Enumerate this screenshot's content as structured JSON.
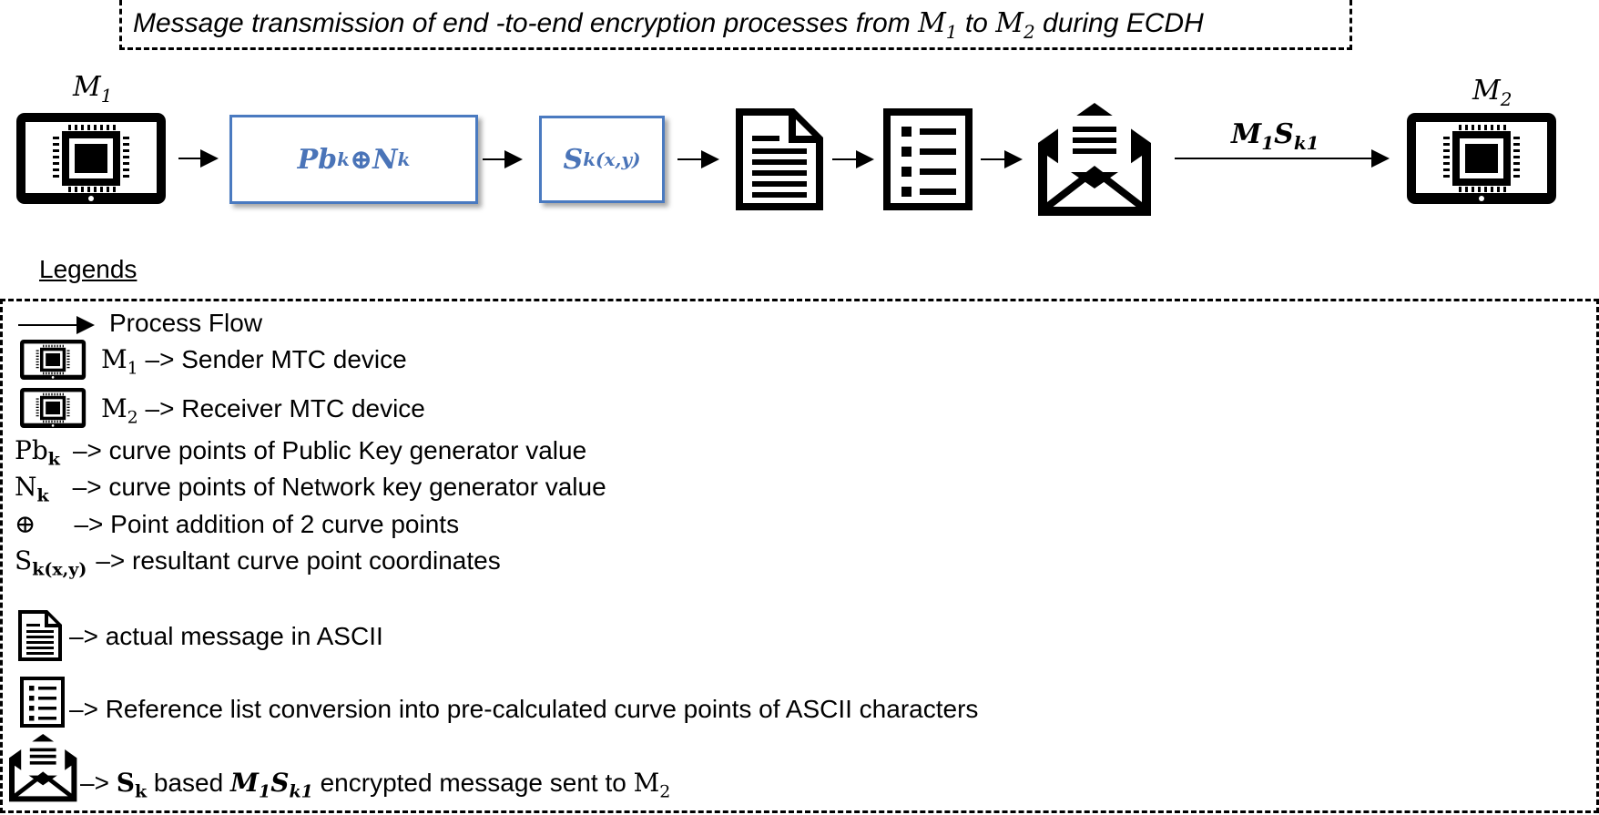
{
  "header": {
    "title_part1": "Message transmission of end -to-end encryption processes from ",
    "m1": "M",
    "m1_sub": "1",
    "to": " to ",
    "m2": "M",
    "m2_sub": "2",
    "title_part2": " during ECDH"
  },
  "flow": {
    "sender_label": "M",
    "sender_sub": "1",
    "receiver_label": "M",
    "receiver_sub": "2",
    "box1_pb": "Pb",
    "box1_pb_sub": "k",
    "box1_op": "⊕",
    "box1_n": "N",
    "box1_n_sub": "k",
    "box2_s": "S",
    "box2_sub": "k(x,y)",
    "edge_m": "M",
    "edge_m_sub": "1",
    "edge_s": "S",
    "edge_s_sub": "k1"
  },
  "legend": {
    "title": "Legends",
    "process_flow": "Process Flow",
    "m1_sym": "M",
    "m1_sub": "1",
    "m1_desc": " –> Sender MTC device",
    "m2_sym": "M",
    "m2_sub": "2",
    "m2_desc": " –> Receiver MTC device",
    "pb_sym": "Pb",
    "pb_sub": "k",
    "pb_desc": "–> curve points of Public Key generator value",
    "n_sym": "N",
    "n_sub": "k",
    "n_desc": "–> curve points of Network key generator value",
    "op_sym": "⊕",
    "op_desc": "–> Point addition of 2 curve points",
    "s_sym": "S",
    "s_sub": "k(x,y)",
    "s_desc": "–> resultant curve point coordinates",
    "doc_desc": "–> actual message in ASCII",
    "list_desc": "–> Reference list conversion into pre-calculated curve points of ASCII characters",
    "env_prefix": "–> ",
    "env_s": "S",
    "env_s_sub": "k",
    "env_based": " based ",
    "env_m": "M",
    "env_m_sub": "1",
    "env_s2": "S",
    "env_s2_sub": "k1",
    "env_desc": " encrypted message sent to ",
    "env_to": "M",
    "env_to_sub": "2"
  },
  "colors": {
    "box_border": "#4a7ac0",
    "box_text": "#4a74b8"
  }
}
